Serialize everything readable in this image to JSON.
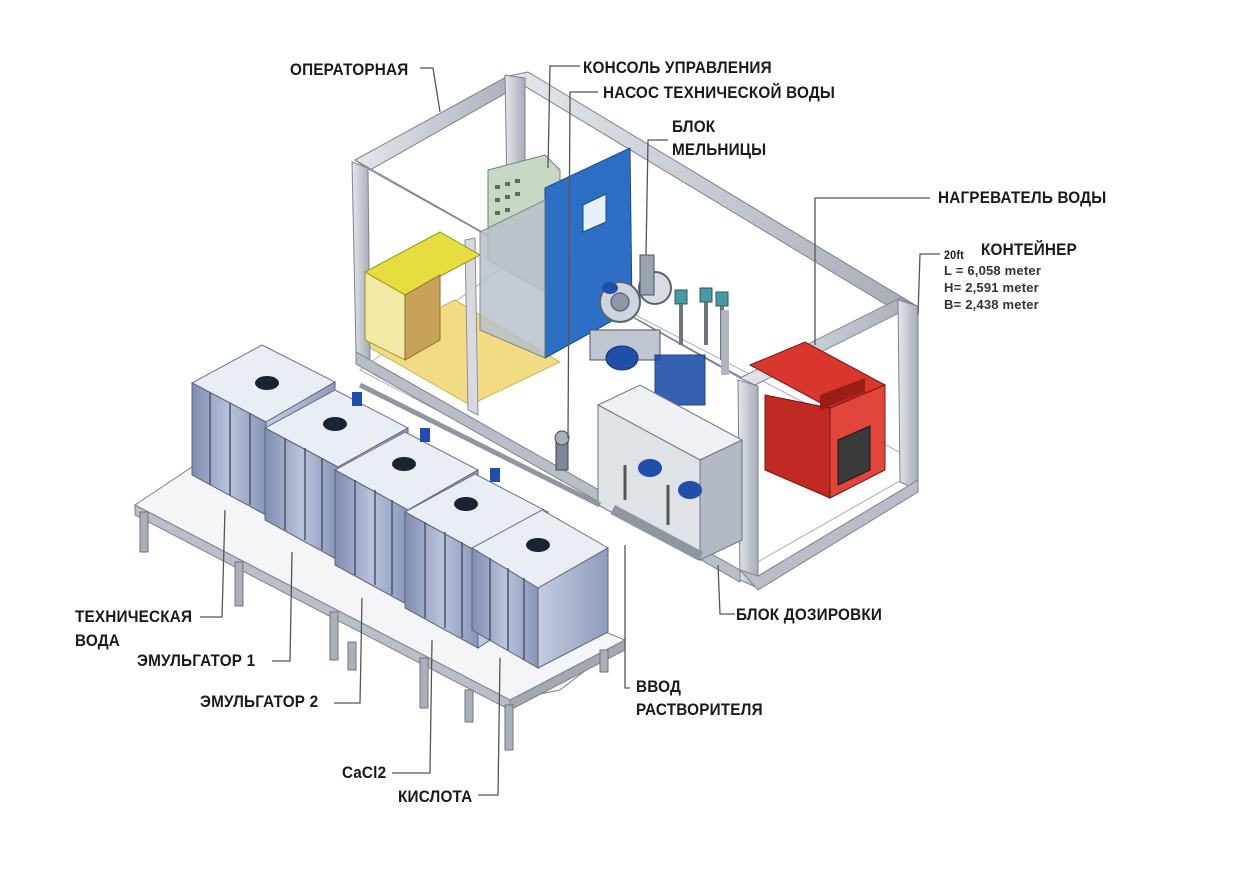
{
  "labels": {
    "operator_room": "ОПЕРАТОРНАЯ",
    "control_console": "КОНСОЛЬ УПРАВЛЕНИЯ",
    "water_pump": "НАСОС ТЕХНИЧЕСКОЙ ВОДЫ",
    "mill_block_line1": "БЛОК",
    "mill_block_line2": "МЕЛЬНИЦЫ",
    "water_heater": "НАГРЕВАТЕЛЬ ВОДЫ",
    "container_size": "20ft",
    "container": "КОНТЕЙНЕР",
    "dim_l": "L = 6,058 meter",
    "dim_h": "H= 2,591 meter",
    "dim_b": "B= 2,438 meter",
    "dosing_block": "БЛОК ДОЗИРОВКИ",
    "solvent_inlet_line1": "ВВОД",
    "solvent_inlet_line2": "РАСТВОРИТЕЛЯ",
    "tech_water_line1": "ТЕХНИЧЕСКАЯ",
    "tech_water_line2": "ВОДА",
    "emulsifier1": "ЭМУЛЬГАТОР 1",
    "emulsifier2": "ЭМУЛЬГАТОР 2",
    "cacl2": "CaCl2",
    "acid": "КИСЛОТА"
  },
  "colors": {
    "frame": "#c9ced6",
    "frame_edge": "#7c838d",
    "floor_yellow": "#f2dc83",
    "cabinet_yellow": "#e2da3c",
    "door_blue": "#2d6fc4",
    "console_green": "#c7d9c4",
    "heater_red": "#d9362e",
    "tank_blue": "#9eabc9",
    "tank_top": "#e9edf4",
    "pump_blue": "#1f4fa8",
    "leader": "#555555"
  }
}
